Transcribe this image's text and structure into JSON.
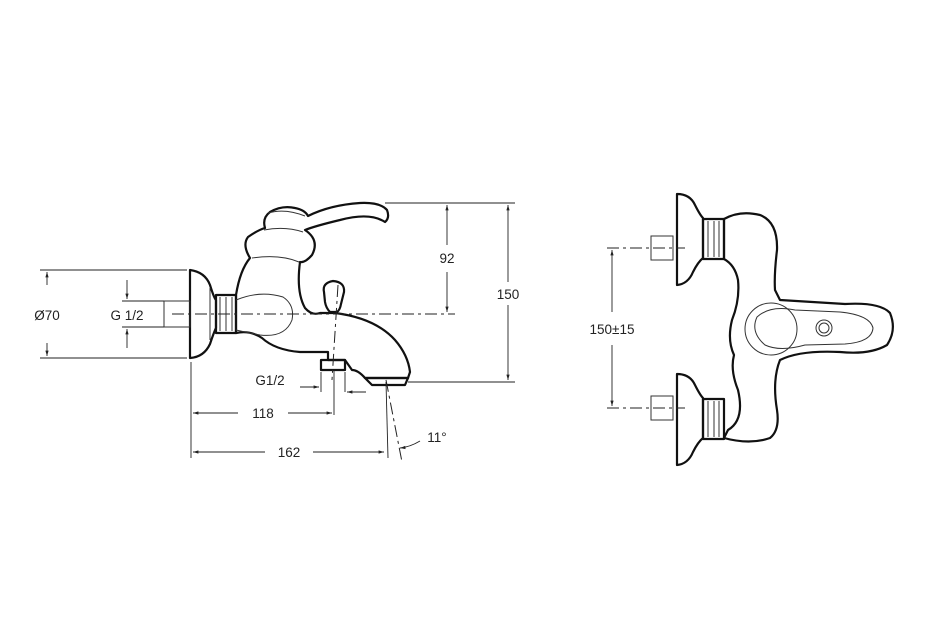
{
  "side_view": {
    "dims": {
      "flange_diameter": "Ø70",
      "inlet_thread": "G 1/2",
      "outlet_thread": "G1/2",
      "lever_height": "92",
      "total_height": "150",
      "outlet_distance": "118",
      "spout_projection": "162",
      "spout_angle": "11°"
    }
  },
  "front_view": {
    "dims": {
      "center_distance": "150±15"
    }
  }
}
